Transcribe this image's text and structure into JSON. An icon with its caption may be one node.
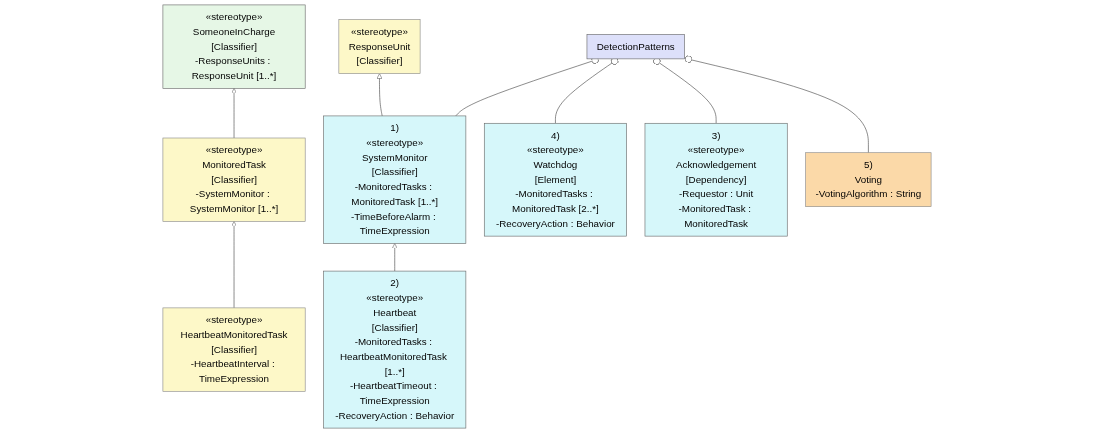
{
  "diagram": {
    "nodes": [
      {
        "text": [
          "«stereotype»",
          "SomeoneInCharge",
          "[Classifier]",
          "-ResponseUnits : ResponseUnit [1..*]"
        ]
      },
      {
        "text": [
          "«stereotype»",
          "ResponseUnit",
          "[Classifier]"
        ]
      },
      {
        "text": [
          "DetectionPatterns"
        ]
      },
      {
        "text": [
          "5)",
          "Voting",
          "-VotingAlgorithm : String"
        ]
      },
      {
        "text": [
          "«stereotype»",
          "MonitoredTask",
          "[Classifier]",
          "-SystemMonitor : SystemMonitor [1..*]"
        ]
      },
      {
        "text": [
          "1)",
          "«stereotype»",
          "SystemMonitor",
          "[Classifier]",
          "-MonitoredTasks : MonitoredTask [1..*]",
          "-TimeBeforeAlarm : TimeExpression"
        ]
      },
      {
        "text": [
          "4)",
          "«stereotype»",
          "Watchdog",
          "[Element]",
          "-MonitoredTasks : MonitoredTask [2..*]",
          "-RecoveryAction : Behavior"
        ]
      },
      {
        "text": [
          "3)",
          "«stereotype»",
          "Acknowledgement",
          "[Dependency]",
          "-Requestor : Unit",
          "-MonitoredTask : MonitoredTask"
        ]
      },
      {
        "text": [
          "«stereotype»",
          "HeartbeatMonitoredTask",
          "[Classifier]",
          "-HeartbeatInterval : TimeExpression"
        ]
      },
      {
        "text": [
          "2)",
          "«stereotype»",
          "Heartbeat",
          "[Classifier]",
          "-MonitoredTasks : HeartbeatMonitoredTask [1..*]",
          "-HeartbeatTimeout : TimeExpression",
          "-RecoveryAction : Behavior"
        ]
      }
    ],
    "edges": [
      {
        "from": 4,
        "to": 0,
        "arrow": "to"
      },
      {
        "from": 8,
        "to": 4,
        "arrow": "to"
      },
      {
        "from": 5,
        "to": 1,
        "arrow": "to"
      },
      {
        "from": 9,
        "to": 5,
        "arrow": "to"
      },
      {
        "from": 5,
        "to": 2,
        "arrow": "other"
      },
      {
        "from": 6,
        "to": 2,
        "arrow": "other"
      },
      {
        "from": 7,
        "to": 2,
        "arrow": "other"
      },
      {
        "from": 3,
        "to": 2,
        "arrow": "other"
      }
    ]
  }
}
